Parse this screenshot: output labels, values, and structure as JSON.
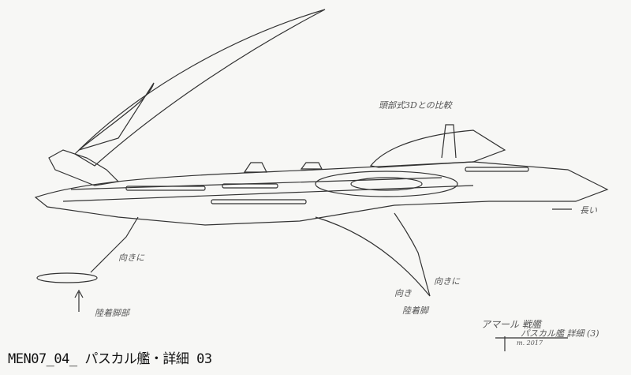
{
  "caption": "MEN07_04_ パスカル艦・詳細 03",
  "notes": {
    "comparison": "頭部式3Dとの比較",
    "long": "長い",
    "landing_leg_left": "陸着脚部",
    "landing_leg_right": "陸着脚",
    "direction_left": "向きに",
    "direction_right": "向きに",
    "direction_mid": "向き"
  },
  "title_block": {
    "line1": "アマール 戦艦",
    "line2": "パスカル艦 詳細 (3)",
    "signature": "m. 2017"
  },
  "colors": {
    "paper": "#f7f7f5",
    "ink": "#333333"
  }
}
